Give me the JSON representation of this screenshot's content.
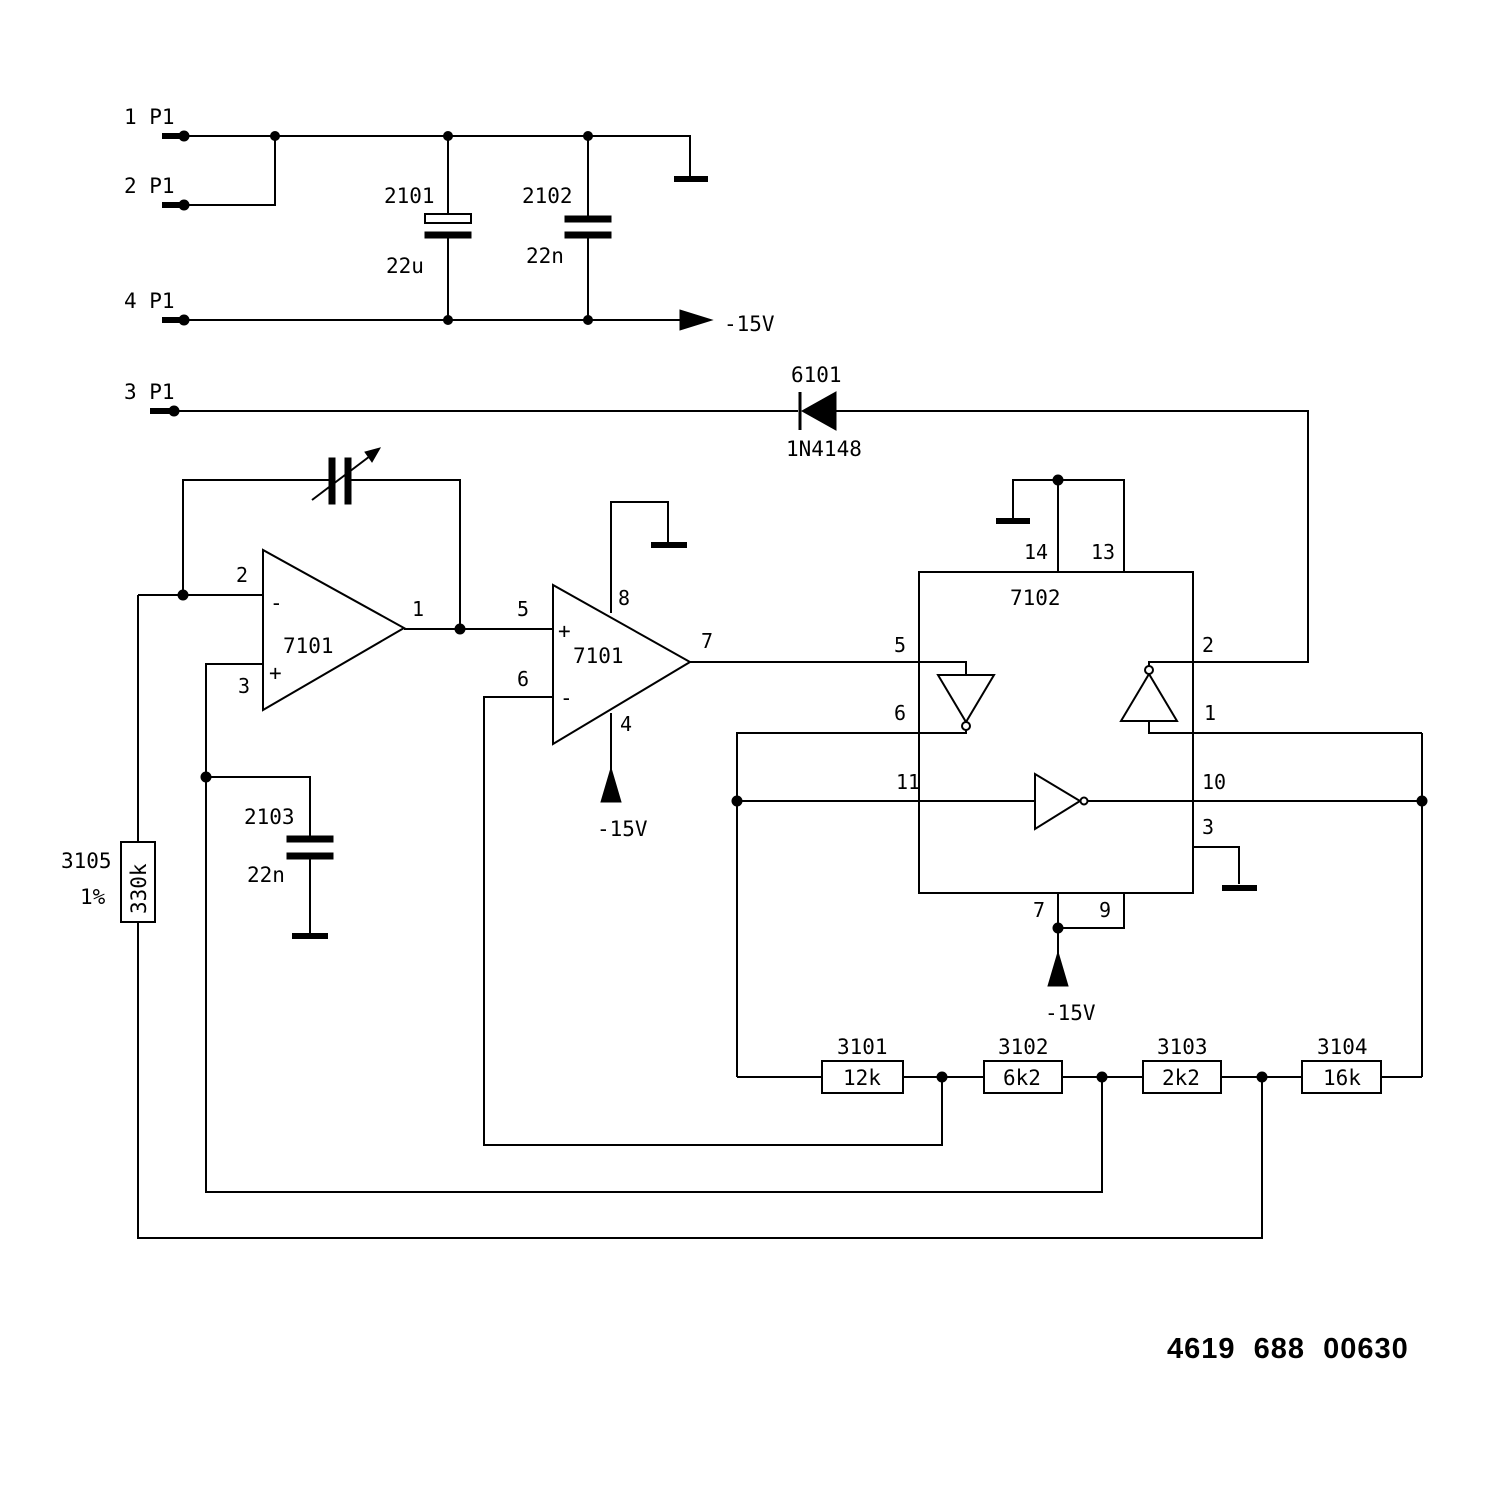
{
  "connectors": {
    "p1": "1 P1",
    "p2": "2 P1",
    "p3": "3 P1",
    "p4": "4 P1"
  },
  "supply": {
    "top_label": "-15V",
    "opamp_label": "-15V",
    "ic_label": "-15V"
  },
  "capacitors": {
    "c2101": {
      "ref": "2101",
      "value": "22u"
    },
    "c2102": {
      "ref": "2102",
      "value": "22n"
    },
    "c2103": {
      "ref": "2103",
      "value": "22n"
    }
  },
  "diode": {
    "ref": "6101",
    "part": "1N4148"
  },
  "opamp1": {
    "ref": "7101",
    "pins": {
      "inv": "2",
      "noninv": "3",
      "out": "1"
    },
    "signs": {
      "inv": "-",
      "noninv": "+"
    }
  },
  "opamp2": {
    "ref": "7101",
    "pins": {
      "noninv": "5",
      "inv": "6",
      "out": "7",
      "vplus": "8",
      "vminus": "4"
    },
    "signs": {
      "noninv": "+",
      "inv": "-"
    }
  },
  "ic7102": {
    "ref": "7102",
    "pins": {
      "p14": "14",
      "p13": "13",
      "p5": "5",
      "p6": "6",
      "p11": "11",
      "p2": "2",
      "p1": "1",
      "p10": "10",
      "p3": "3",
      "p7": "7",
      "p9": "9"
    }
  },
  "resistors": {
    "r3101": {
      "ref": "3101",
      "value": "12k"
    },
    "r3102": {
      "ref": "3102",
      "value": "6k2"
    },
    "r3103": {
      "ref": "3103",
      "value": "2k2"
    },
    "r3104": {
      "ref": "3104",
      "value": "16k"
    },
    "r3105": {
      "ref": "3105",
      "tolerance": "1%",
      "value": "330k"
    }
  },
  "document_number": "4619  688  00630"
}
